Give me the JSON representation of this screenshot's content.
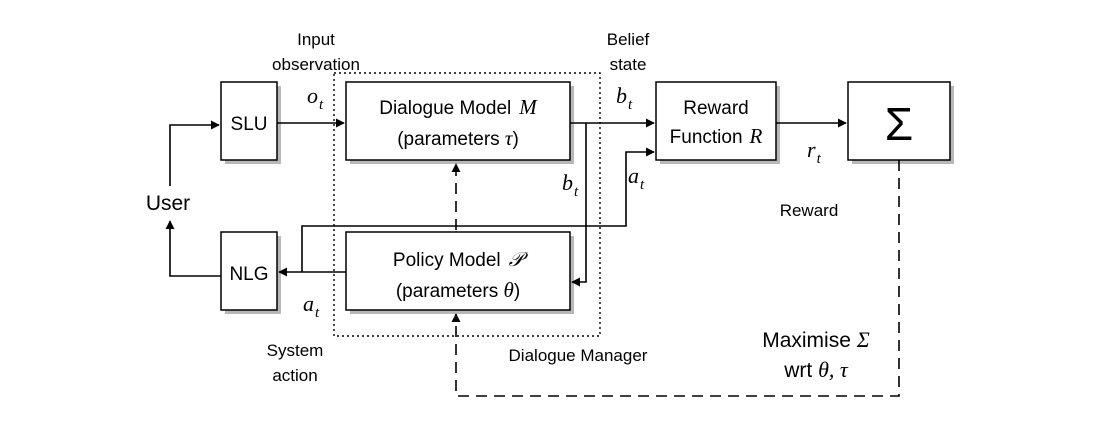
{
  "external": {
    "user": "User"
  },
  "blocks": {
    "slu": {
      "label": "SLU"
    },
    "nlg": {
      "label": "NLG"
    },
    "dialogue_model": {
      "line1": "Dialogue Model",
      "symbol": "M",
      "line2_pre": "(parameters ",
      "param": "τ",
      "line2_post": ")"
    },
    "policy_model": {
      "line1": "Policy Model",
      "symbol": "𝒫",
      "line2_pre": "(parameters ",
      "param": "θ",
      "line2_post": ")"
    },
    "reward_function": {
      "line1": "Reward",
      "line2": "Function",
      "symbol": "R"
    },
    "sum": {
      "symbol": "Σ"
    }
  },
  "labels": {
    "input_observation": [
      "Input",
      "observation"
    ],
    "belief_state": [
      "Belief",
      "state"
    ],
    "system_action": [
      "System",
      "action"
    ],
    "reward": "Reward",
    "dialogue_manager": "Dialogue Manager",
    "maximise_pre": "Maximise ",
    "maximise_sym": "Σ",
    "wrt_pre": "wrt ",
    "wrt_sym": "θ, τ"
  },
  "signals": {
    "o": "o",
    "o_sub": "t",
    "b": "b",
    "b_sub": "t",
    "a": "a",
    "a_sub": "t",
    "r": "r",
    "r_sub": "t"
  }
}
